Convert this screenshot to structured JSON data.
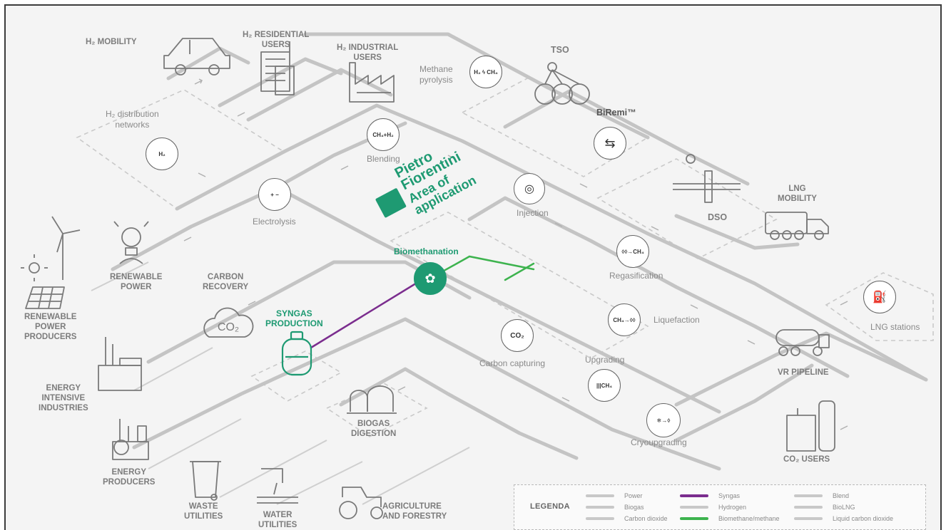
{
  "colors": {
    "route": "#c4c4c4",
    "dashed": "#c9c9c9",
    "icon": "#7a7a7a",
    "teal": "#1e9a72",
    "syngas": "#7b2d8e",
    "biomethane": "#3db34e",
    "frame": "#3c3c3c"
  },
  "brand": {
    "name_line1": "Pietro",
    "name_line2": "Fiorentini",
    "area_line1": "Area of",
    "area_line2": "application"
  },
  "labels": {
    "h2_mobility": "H₂ MOBILITY",
    "h2_residential": "H₂ RESIDENTIAL\nUSERS",
    "h2_industrial": "H₂ INDUSTRIAL\nUSERS",
    "methane_pyrolysis": "Methane\npyrolysis",
    "tso": "TSO",
    "biremi": "BiRemi™",
    "h2_distribution": "H₂ distribution\nnetworks",
    "blending": "Blending",
    "dso": "DSO",
    "lng_mobility": "LNG\nMOBILITY",
    "electrolysis": "Electrolysis",
    "injection": "Injection",
    "renewable_power": "RENEWABLE\nPOWER",
    "renewable_producers": "RENEWABLE\nPOWER\nPRODUCERS",
    "carbon_recovery": "CARBON\nRECOVERY",
    "biomethanation": "Biomethanation",
    "regasification": "Regasification",
    "lng_stations": "LNG stations",
    "syngas_production": "SYNGAS\nPRODUCTION",
    "liquefaction": "Liquefaction",
    "energy_intensive": "ENERGY\nINTENSIVE\nINDUSTRIES",
    "upgrading": "Upgrading",
    "carbon_capturing": "Carbon capturing",
    "vr_pipeline": "VR PIPELINE",
    "biogas_digestion": "BIOGAS\nDIGESTION",
    "energy_producers": "ENERGY\nPRODUCERS",
    "cryoupgrading": "Cryoupgrading",
    "co2_users": "CO₂ USERS",
    "waste_utilities": "WASTE\nUTILITIES",
    "water_utilities": "WATER\nUTILITIES",
    "agriculture": "AGRICULTURE\nAND FORESTRY"
  },
  "node_text": {
    "pyrolysis": "H₂ ϟ CH₄",
    "blending": "CH₄+H₂",
    "electrolysis": "+ −",
    "h2_network": "H₂",
    "injection": "◎",
    "regasification": "◊◊→CH₄",
    "liquefaction": "CH₄→◊◊",
    "co2": "CO₂",
    "upgrading": "|||CH₄",
    "cryo": "❄→◊",
    "lng_station": "⛽",
    "carbon_cloud": "CO₂"
  },
  "legend": {
    "title": "LEGENDA",
    "items": [
      {
        "label": "Power",
        "color": "#c8c8c8"
      },
      {
        "label": "Biogas",
        "color": "#c8c8c8"
      },
      {
        "label": "Carbon dioxide",
        "color": "#c8c8c8"
      },
      {
        "label": "Syngas",
        "color": "#7b2d8e"
      },
      {
        "label": "Hydrogen",
        "color": "#c8c8c8"
      },
      {
        "label": "Biomethane/methane",
        "color": "#3db34e"
      },
      {
        "label": "Blend",
        "color": "#c8c8c8"
      },
      {
        "label": "BioLNG",
        "color": "#c8c8c8"
      },
      {
        "label": "Liquid carbon dioxide",
        "color": "#c8c8c8"
      }
    ]
  }
}
